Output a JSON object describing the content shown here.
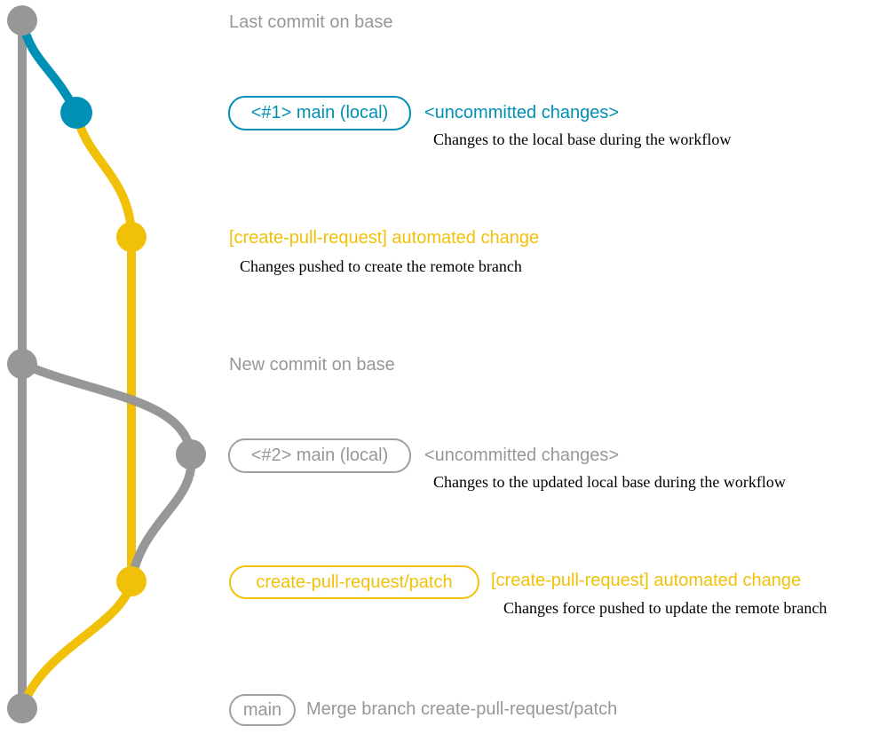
{
  "colors": {
    "base_gray": "#979797",
    "local_main_blue": "#008fb5",
    "patch_yellow": "#f1c109",
    "annotation_black": "#000000"
  },
  "graph": {
    "branches": [
      {
        "id": "base",
        "color": "#979797"
      },
      {
        "id": "main-local",
        "color": "#008fb5"
      },
      {
        "id": "create-pull-request-patch",
        "color": "#f1c109"
      }
    ],
    "commits": [
      {
        "id": "last-commit-on-base",
        "branch": "base"
      },
      {
        "id": "uncommitted-changes-1",
        "branch": "main-local"
      },
      {
        "id": "automated-change-1",
        "branch": "create-pull-request-patch"
      },
      {
        "id": "new-commit-on-base",
        "branch": "base"
      },
      {
        "id": "uncommitted-changes-2",
        "branch": "main-local"
      },
      {
        "id": "automated-change-2",
        "branch": "create-pull-request-patch"
      },
      {
        "id": "merge-commit",
        "branch": "base"
      }
    ]
  },
  "rows": [
    {
      "label": "Last commit on base"
    },
    {
      "badge": "<#1> main (local)",
      "title": "<uncommitted changes>",
      "desc": "Changes to the local base during the workflow"
    },
    {
      "title": "[create-pull-request] automated change",
      "desc": "Changes pushed to create the remote branch"
    },
    {
      "label": "New commit on base"
    },
    {
      "badge": "<#2> main (local)",
      "title": "<uncommitted changes>",
      "desc": "Changes to the updated local base during the workflow"
    },
    {
      "badge": "create-pull-request/patch",
      "title": "[create-pull-request] automated change",
      "desc": "Changes force pushed to update the remote branch"
    },
    {
      "badge": "main",
      "title": "Merge branch create-pull-request/patch"
    }
  ]
}
